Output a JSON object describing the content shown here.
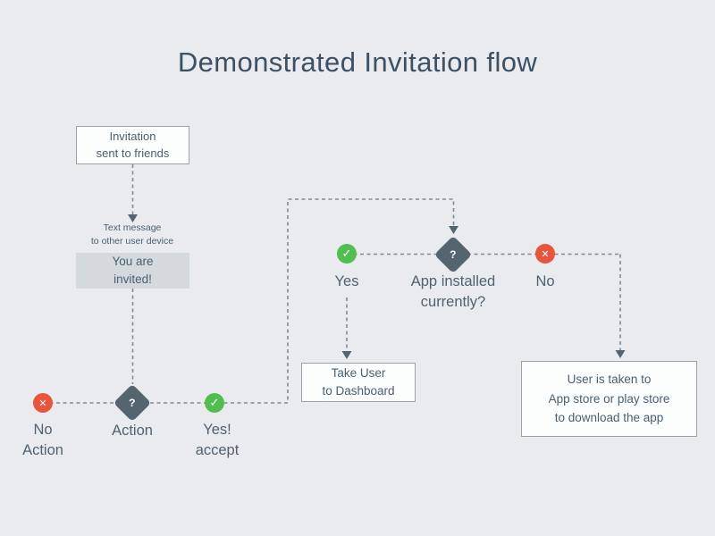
{
  "title": "Demonstrated Invitation flow",
  "theme": {
    "background": "#e9ebee",
    "title_color": "#3d5164",
    "text_color": "#51626f",
    "line_color": "#7d8b95",
    "diamond_color": "#556570",
    "accent_red": "#e8543d",
    "accent_green": "#52bd50",
    "box_border": "#97a2ab",
    "box_background": "#fcfdfd",
    "invited_box_background": "#d3d9dd"
  },
  "icons": {
    "question": "?",
    "cross": "✕",
    "check": "✓"
  },
  "nodes": {
    "invitation_box": {
      "line1": "Invitation",
      "line2": "sent to friends"
    },
    "text_message_note": {
      "line1": "Text message",
      "line2": "to other user device"
    },
    "invited_box": {
      "line1": "You are",
      "line2": "invited!"
    },
    "no_action_label": {
      "line1": "No",
      "line2": "Action"
    },
    "action_label": "Action",
    "yes_accept_label": {
      "line1": "Yes!",
      "line2": "accept"
    },
    "yes_label": "Yes",
    "app_installed_label": {
      "line1": "App installed",
      "line2": "currently?"
    },
    "no_label": "No",
    "dashboard_box": {
      "line1": "Take User",
      "line2": "to Dashboard"
    },
    "appstore_box": {
      "line1": "User is taken  to",
      "line2": "App store or play store",
      "line3": "to download the app"
    }
  }
}
